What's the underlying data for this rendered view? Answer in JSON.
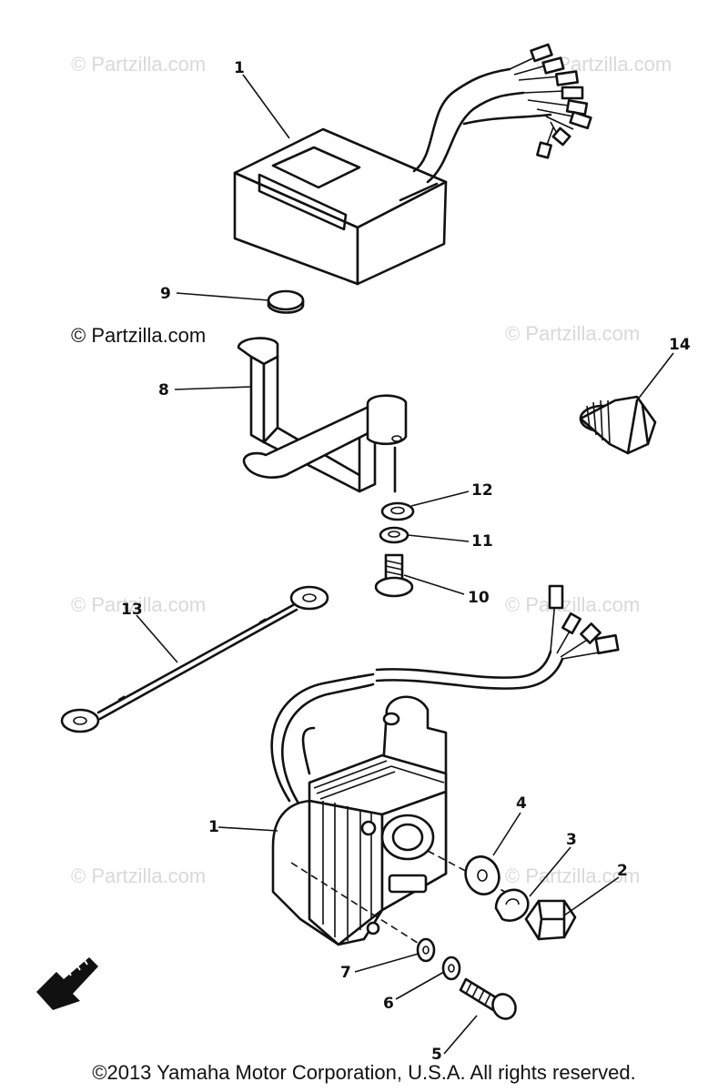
{
  "watermarks": {
    "faint": "© Partzilla.com",
    "prominent": "© Partzilla.com"
  },
  "callouts": {
    "c1_top": "1",
    "c9": "9",
    "c8": "8",
    "c14": "14",
    "c12": "12",
    "c11": "11",
    "c10": "10",
    "c13": "13",
    "c1_bottom": "1",
    "c4": "4",
    "c3": "3",
    "c2": "2",
    "c7": "7",
    "c6": "6",
    "c5": "5"
  },
  "footer": {
    "copyright": "©2013 Yamaha Motor Corporation, U.S.A. All rights reserved."
  }
}
